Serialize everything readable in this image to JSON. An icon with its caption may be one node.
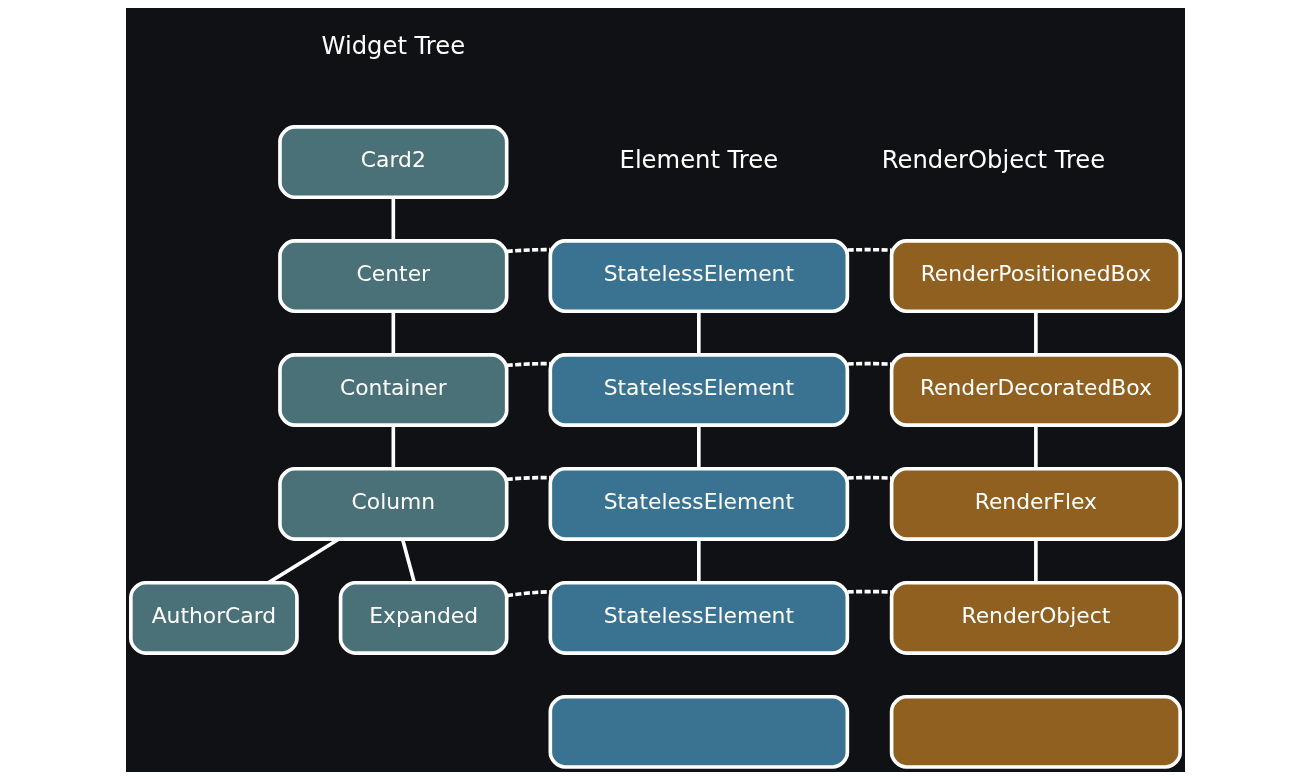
{
  "diagram": {
    "nodes": [
      {
        "text": [
          "Card2"
        ]
      },
      {
        "text": [
          "Center"
        ]
      },
      {
        "text": [
          "Container"
        ]
      },
      {
        "text": [
          "Column"
        ]
      },
      {
        "text": [
          "AuthorCard"
        ]
      },
      {
        "text": [
          "Expanded"
        ]
      },
      {
        "text": [
          "StatelessElement"
        ]
      },
      {
        "text": [
          "StatelessElement"
        ]
      },
      {
        "text": [
          "StatelessElement"
        ]
      },
      {
        "text": [],
        "shape": "box"
      },
      {
        "text": [
          "StatelessElement"
        ]
      },
      {
        "text": [
          "RenderPositionedBox"
        ]
      },
      {
        "text": [
          "RenderDecoratedBox"
        ]
      },
      {
        "text": [
          "RenderFlex"
        ]
      },
      {
        "text": [],
        "shape": "box"
      },
      {
        "text": [
          "RenderObject"
        ]
      }
    ],
    "edges": [
      {
        "from": 0,
        "to": 1,
        "arrow": "none"
      },
      {
        "from": 1,
        "to": 2,
        "arrow": "none"
      },
      {
        "from": 2,
        "to": 3,
        "arrow": "none"
      },
      {
        "from": 3,
        "to": 4,
        "arrow": "none"
      },
      {
        "from": 3,
        "to": 5,
        "arrow": "none"
      },
      {
        "from": 1,
        "to": 6,
        "arrow": "none",
        "style": "dashed"
      },
      {
        "from": 6,
        "to": 11,
        "arrow": "none",
        "style": "dashed"
      },
      {
        "from": 2,
        "to": 7,
        "arrow": "none",
        "style": "dashed"
      },
      {
        "from": 7,
        "to": 12,
        "arrow": "none",
        "style": "dashed"
      },
      {
        "from": 3,
        "to": 8,
        "arrow": "none",
        "style": "dashed"
      },
      {
        "from": 8,
        "to": 13,
        "arrow": "none",
        "style": "dashed"
      },
      {
        "from": 5,
        "to": 10,
        "arrow": "none",
        "style": "dashed"
      },
      {
        "from": 10,
        "to": 15,
        "arrow": "none",
        "style": "dashed"
      },
      {
        "from": 6,
        "to": 7,
        "arrow": "none"
      },
      {
        "from": 7,
        "to": 8,
        "arrow": "none"
      },
      {
        "from": 8,
        "to": 10,
        "arrow": "none"
      },
      {
        "from": 11,
        "to": 12,
        "arrow": "none"
      },
      {
        "from": 12,
        "to": 13,
        "arrow": "none"
      },
      {
        "from": 13,
        "to": 15,
        "arrow": "none"
      }
    ],
    "labels": [
      "Widget Tree",
      "Element Tree",
      "RenderObject Tree"
    ]
  }
}
